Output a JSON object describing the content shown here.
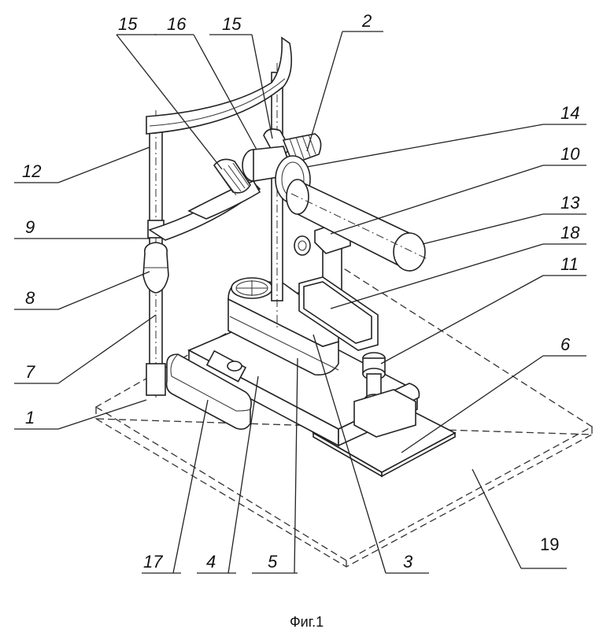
{
  "figure": {
    "caption": "Фиг.1",
    "labels": [
      "15",
      "16",
      "15",
      "2",
      "14",
      "10",
      "13",
      "18",
      "11",
      "6",
      "12",
      "9",
      "8",
      "7",
      "1",
      "17",
      "4",
      "5",
      "3",
      "19"
    ]
  }
}
